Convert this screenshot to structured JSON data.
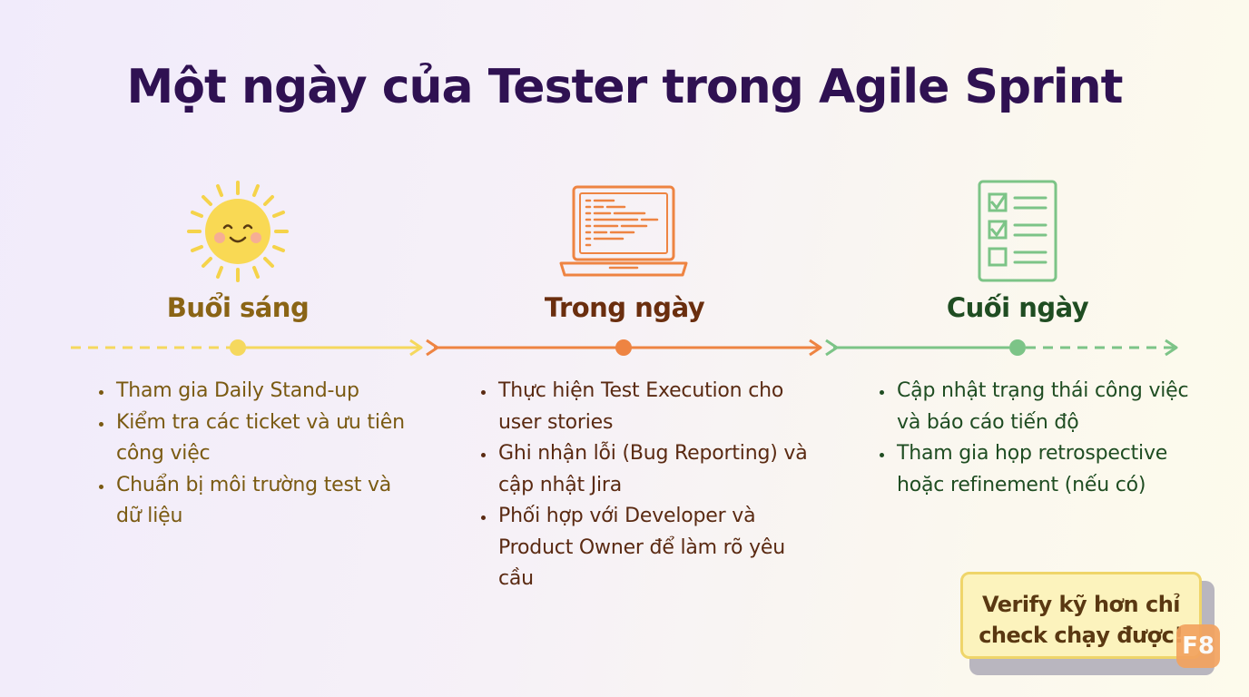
{
  "title": "Một ngày của Tester trong Agile Sprint",
  "stages": [
    {
      "title": "Buổi sáng",
      "bullets": [
        "Tham gia Daily Stand-up",
        "Kiểm tra các ticket và ưu tiên công việc",
        "Chuẩn bị môi trường test và dữ liệu"
      ]
    },
    {
      "title": "Trong ngày",
      "bullets": [
        "Thực hiện Test Execution cho user stories",
        "Ghi nhận lỗi (Bug Reporting) và cập nhật Jira",
        "Phối hợp với Developer và Product Owner để làm rõ yêu cầu"
      ]
    },
    {
      "title": "Cuối ngày",
      "bullets": [
        "Cập nhật trạng thái công việc và báo cáo tiến độ",
        "Tham gia họp retrospective hoặc refinement (nếu có)"
      ]
    }
  ],
  "note": {
    "line1": "Verify kỹ hơn chỉ",
    "line2": "check chạy được!"
  },
  "badge": "F8",
  "colors": {
    "morning": "#f5d85e",
    "day": "#ee8442",
    "evening": "#7cc487",
    "title": "#2f1152"
  }
}
